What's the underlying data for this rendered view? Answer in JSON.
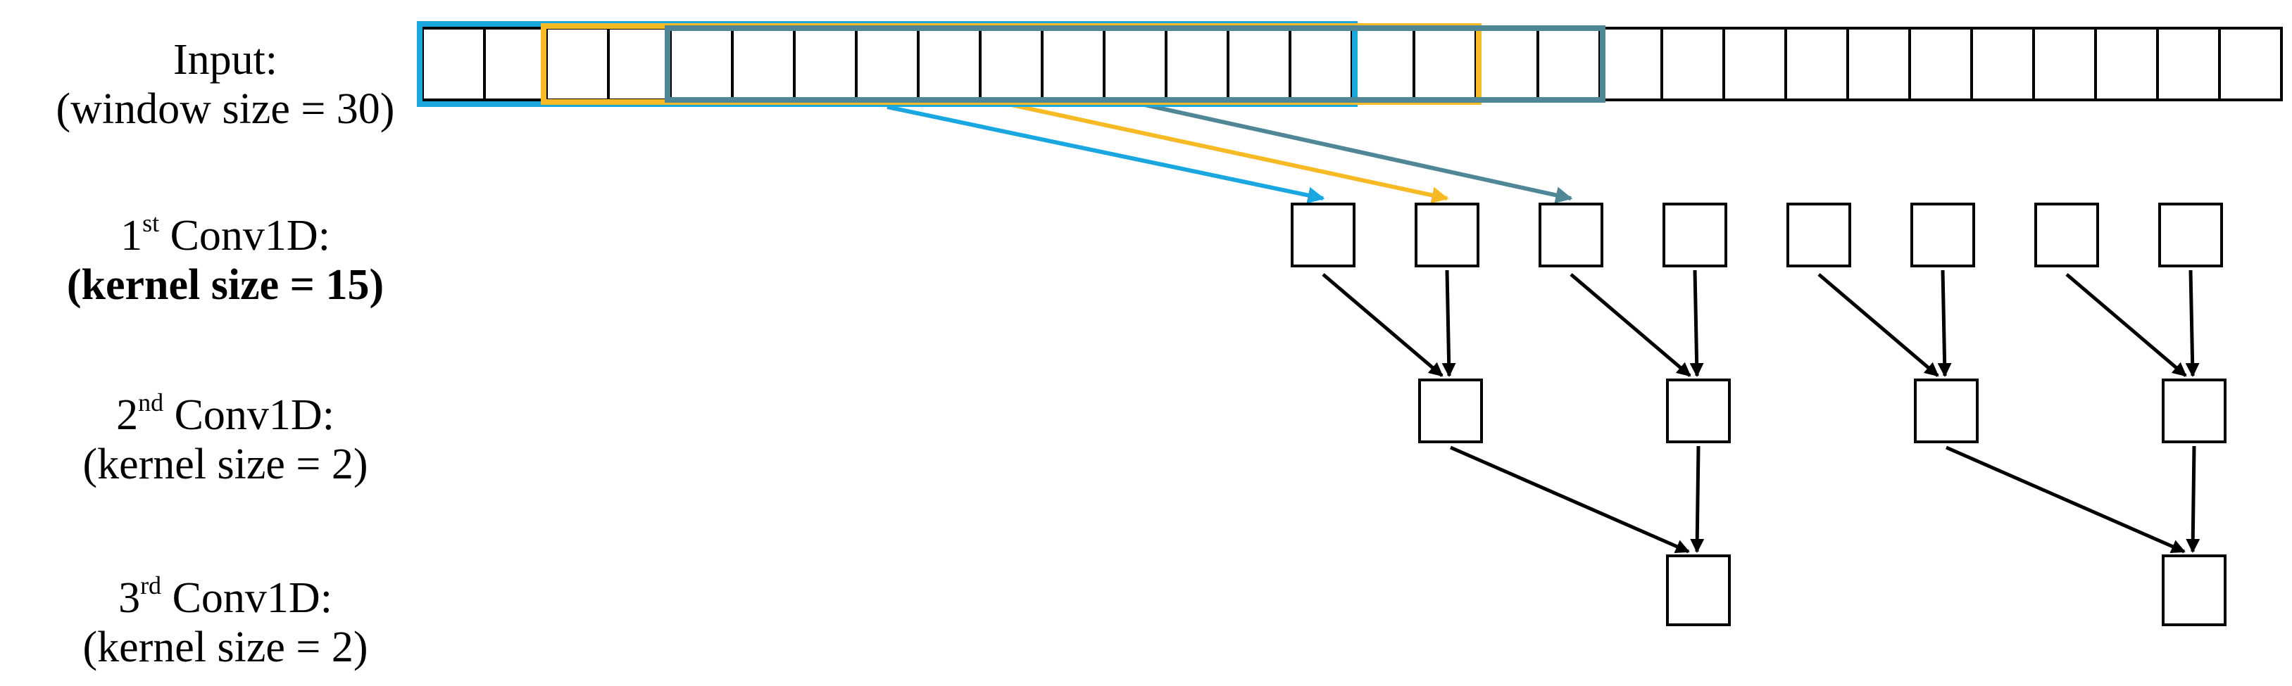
{
  "labels": {
    "input": {
      "title": "Input:",
      "detail": "(window size = 30)"
    },
    "conv1": {
      "num": "1",
      "suffix": "st",
      "title": "Conv1D:",
      "detail": "(kernel size = 15)"
    },
    "conv2": {
      "num": "2",
      "suffix": "nd",
      "title": "Conv1D:",
      "detail": "(kernel size = 2)"
    },
    "conv3": {
      "num": "3",
      "suffix": "rd",
      "title": "Conv1D:",
      "detail": "(kernel size = 2)"
    }
  },
  "network": {
    "input_cells": 30,
    "windows": [
      {
        "start": 0,
        "end": 15,
        "color": "#1aa7e0"
      },
      {
        "start": 2,
        "end": 17,
        "color": "#f7b924"
      },
      {
        "start": 4,
        "end": 19,
        "color": "#4f8797"
      }
    ],
    "layer1_nodes": 8,
    "layer2_nodes": 4,
    "layer3_nodes": 2
  },
  "colors": {
    "stroke": "#000000"
  }
}
